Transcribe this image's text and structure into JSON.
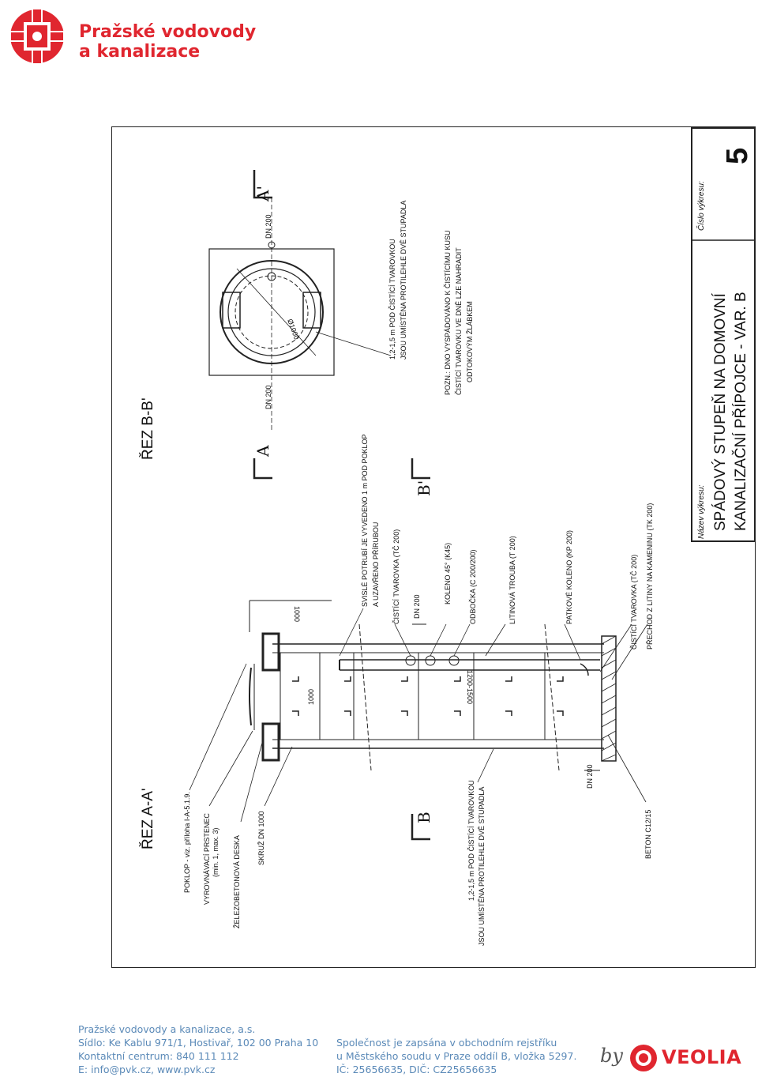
{
  "brand": {
    "line1": "Pražské vodovody",
    "line2": "a kanalizace"
  },
  "titleblock": {
    "name_label": "Název výkresu:",
    "name_line1": "SPÁDOVÝ STUPEŇ NA DOMOVNÍ",
    "name_line2": "KANALIZAČNÍ PŘÍPOJCE - VAR. B",
    "number_label": "Číslo výkresu:",
    "number": "5"
  },
  "sections": {
    "aa": "ŘEZ A-A'",
    "bb": "ŘEZ B-B'",
    "mark_a": "A",
    "mark_a2": "A'",
    "mark_b": "B",
    "mark_b2": "B'"
  },
  "labels_left": [
    "POKLOP - viz. příloha I-A-5.1.9.",
    "VYROVNÁVACÍ PRSTENEC",
    "(min. 1, max. 3)",
    "ŽELEZOBETONOVÁ DESKA",
    "SKRUŽ DN 1000",
    "1,2-1,5 m POD ČISTÍCÍ TVAROVKOU",
    "JSOU UMÍSTĚNA PROTILEHLE DVĚ STUPADLA",
    "BETON C12/15"
  ],
  "labels_right": [
    "SVISLÉ POTRUBÍ JE VYVEDENO 1 m POD POKLOP",
    "A UZAVŘENO PŘÍRUBOU",
    "ČISTÍCÍ TVAROVKA (TČ 200)",
    "KOLENO 45° (K45)",
    "ODBOČKA (C 200/200)",
    "LITINOVÁ TROUBA (T 200)",
    "PATKOVÉ KOLENO (KP 200)",
    "ČISTÍCÍ TVAROVKA (TČ 200)",
    "PŘECHOD Z LITINY NA KAMENINU (TK 200)"
  ],
  "plan_labels": [
    "1,2-1,5 m POD ČISTÍCÍ TVAROVKOU",
    "JSOU UMÍSTĚNA PROTILEHLE DVĚ STUPADLA",
    "POZN.: DNO VYSPÁDOVÁNO K ČISTÍCÍMU KUSU",
    "ČISTÍCÍ TVAROVKU VE DNĚ LZE NAHRADIT",
    "ODTOKOVÝM ŽLÁBKEM"
  ],
  "dims": {
    "d1000": "1000",
    "d1000b": "1000",
    "d1200": "1200-1500",
    "dn200a": "DN 200",
    "dn200b": "DN 200",
    "dn200c": "DN 200",
    "dn200d": "DN 200",
    "phi": "Ø1000"
  },
  "footer": {
    "col1": [
      "Pražské vodovody a kanalizace, a.s.",
      "Sídlo: Ke Kablu 971/1, Hostivař, 102 00  Praha 10",
      "Kontaktní centrum: 840 111 112",
      "E: info@pvk.cz, www.pvk.cz"
    ],
    "col2": [
      "Společnost je zapsána v obchodním rejstříku",
      "u Městského soudu v Praze oddíl B, vložka 5297.",
      "IČ: 25656635, DIČ: CZ25656635"
    ],
    "by": "by",
    "veolia": "VEOLIA"
  },
  "colors": {
    "brand_red": "#e0262f",
    "footer_blue": "#5b8ab8"
  }
}
